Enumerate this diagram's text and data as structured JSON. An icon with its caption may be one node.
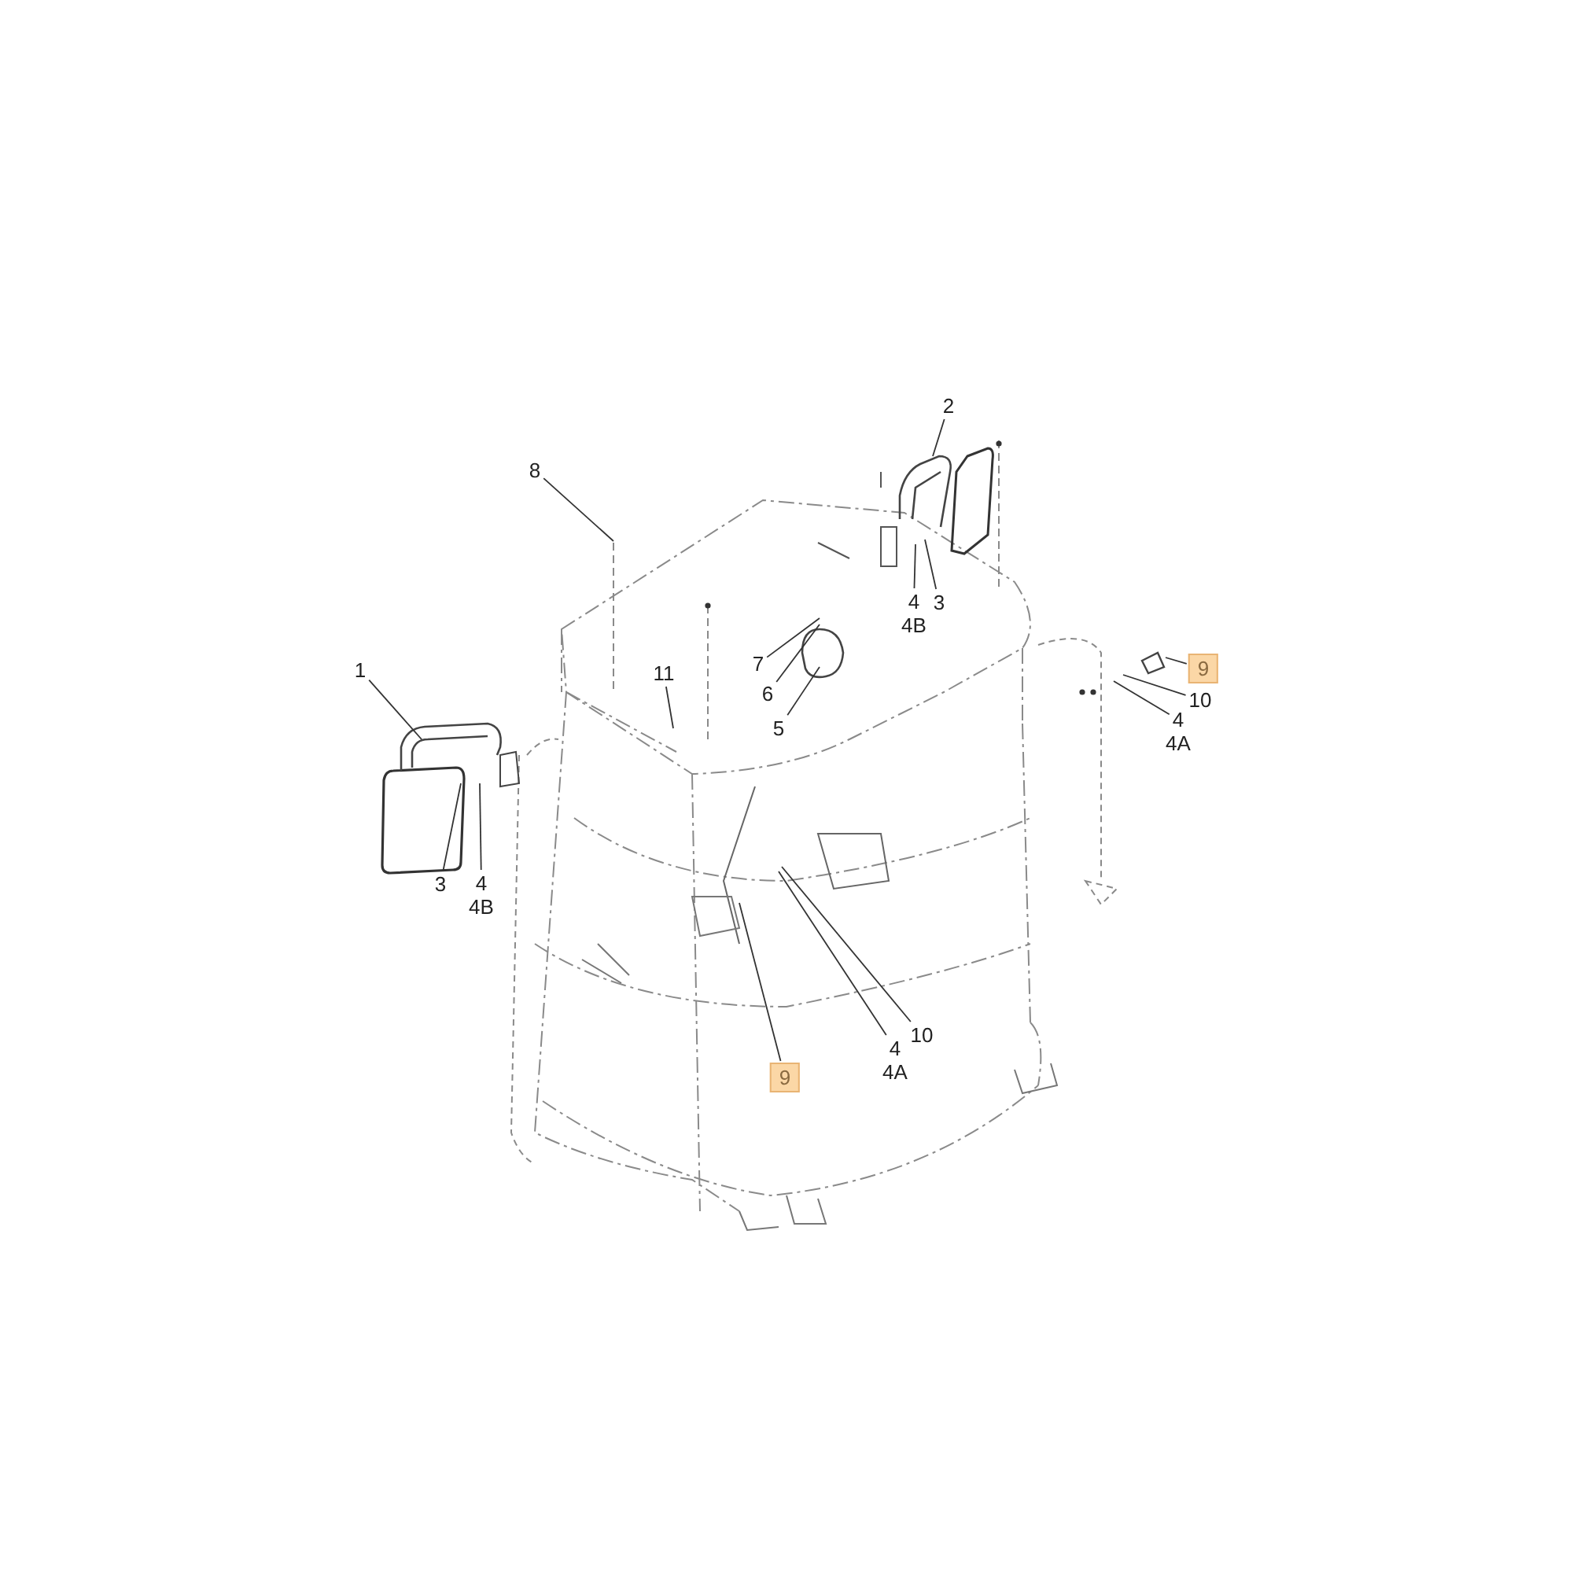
{
  "diagram": {
    "nodes": [
      {
        "text": [
          "1"
        ]
      },
      {
        "text": [
          "2"
        ]
      },
      {
        "text": [
          "8"
        ]
      },
      {
        "text": [
          "3"
        ]
      },
      {
        "text": [
          "4",
          "4B"
        ]
      },
      {
        "text": [
          "7"
        ]
      },
      {
        "text": [
          "6"
        ]
      },
      {
        "text": [
          "5"
        ]
      },
      {
        "text": [
          "11"
        ]
      },
      {
        "text": [
          "9"
        ]
      },
      {
        "text": [
          "10"
        ]
      },
      {
        "text": [
          "4",
          "4A"
        ]
      },
      {
        "text": [
          "3"
        ]
      },
      {
        "text": [
          "4",
          "4B"
        ]
      },
      {
        "text": [
          "9"
        ]
      },
      {
        "text": [
          "4",
          "4A"
        ]
      },
      {
        "text": [
          "10"
        ]
      }
    ],
    "edges": [
      {
        "from": 0,
        "to": null,
        "arrow": "none"
      },
      {
        "from": 1,
        "to": null,
        "arrow": "none"
      },
      {
        "from": 2,
        "to": null,
        "arrow": "none"
      },
      {
        "from": 3,
        "to": null,
        "arrow": "none"
      },
      {
        "from": 4,
        "to": null,
        "arrow": "none"
      },
      {
        "from": 5,
        "to": null,
        "arrow": "none"
      },
      {
        "from": 6,
        "to": null,
        "arrow": "none"
      },
      {
        "from": 7,
        "to": null,
        "arrow": "none"
      },
      {
        "from": 8,
        "to": null,
        "arrow": "none"
      },
      {
        "from": 9,
        "to": null,
        "arrow": "none"
      },
      {
        "from": 10,
        "to": null,
        "arrow": "none"
      },
      {
        "from": 11,
        "to": null,
        "arrow": "none"
      },
      {
        "from": 12,
        "to": null,
        "arrow": "none"
      },
      {
        "from": 13,
        "to": null,
        "arrow": "none"
      },
      {
        "from": 14,
        "to": null,
        "arrow": "none"
      },
      {
        "from": 15,
        "to": null,
        "arrow": "none"
      },
      {
        "from": 16,
        "to": null,
        "arrow": "none"
      }
    ]
  }
}
